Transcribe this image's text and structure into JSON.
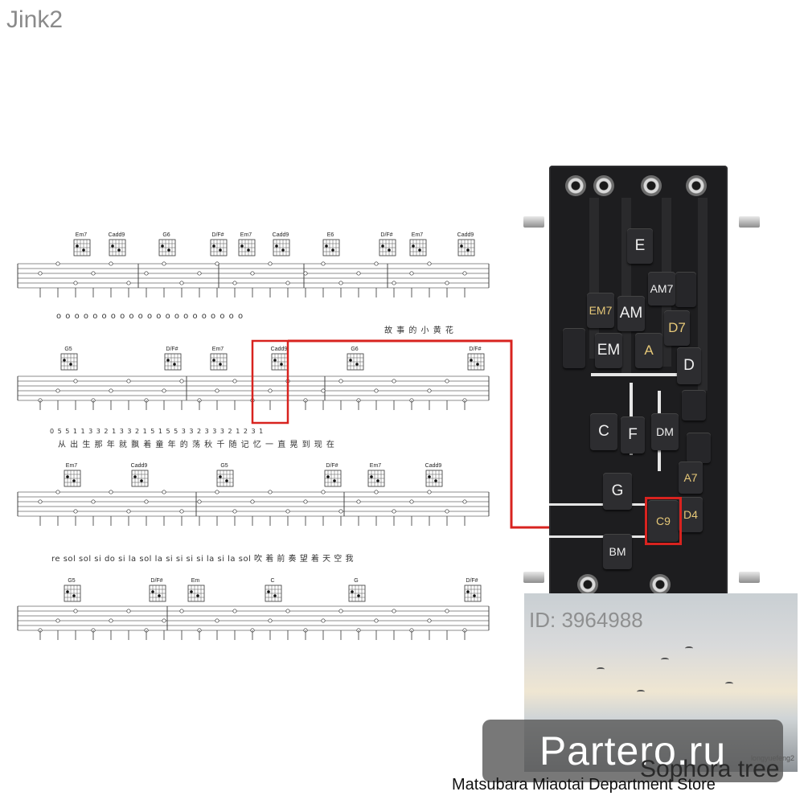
{
  "corner_label": "Jink2",
  "sheet": {
    "rows": [
      {
        "chords": [
          "Em7",
          "Cadd9",
          "G6",
          "D/F#",
          "Em7",
          "Cadd9",
          "E6",
          "D/F#",
          "Em7",
          "Cadd9"
        ],
        "numbers": "o  o  o  o  o  o  o  o  o  o  o  o  o  o  o  o  o  o  o  o  o",
        "lyrics": "故 事 的 小 黄 花"
      },
      {
        "chords": [
          "G5",
          "D/F#",
          "Em7",
          "Cadd9",
          "G6",
          "D/F#"
        ],
        "numbers": "0 5 5 1 1 3 3 2 1   3 3 2 1 5   1   5 5 3   3   2 3 3 3 2 1 2 3 1",
        "lyrics": "从 出 生 那 年 就 飘 着   童 年 的 荡   秋 千   随   记 忆 一 直 晃 到 现 在"
      },
      {
        "chords": [
          "Em7",
          "Cadd9",
          "G5",
          "D/F#",
          "Em7",
          "Cadd9"
        ],
        "numbers": "",
        "lyrics": "re sol sol si do si la sol la     si si si si la si la sol        吹 着 前 奏 望 着 天 空 我"
      },
      {
        "chords": [
          "G5",
          "D/F#",
          "Em",
          "C",
          "G",
          "D/F#"
        ],
        "numbers": "",
        "lyrics": ""
      }
    ]
  },
  "device": {
    "keys": [
      {
        "label": "E",
        "style": "normal"
      },
      {
        "label": "AM7",
        "style": "small"
      },
      {
        "label": "EM7",
        "style": "gold"
      },
      {
        "label": "AM",
        "style": "normal"
      },
      {
        "label": "D7",
        "style": "gold"
      },
      {
        "label": "EM",
        "style": "normal"
      },
      {
        "label": "A",
        "style": "gold"
      },
      {
        "label": "D",
        "style": "normal"
      },
      {
        "label": "C",
        "style": "normal"
      },
      {
        "label": "F",
        "style": "normal"
      },
      {
        "label": "DM",
        "style": "normal"
      },
      {
        "label": "A7",
        "style": "gold"
      },
      {
        "label": "G",
        "style": "normal"
      },
      {
        "label": "C9",
        "style": "gold"
      },
      {
        "label": "D4",
        "style": "gold"
      },
      {
        "label": "BM",
        "style": "normal"
      }
    ],
    "highlight_color": "#d8231f"
  },
  "photo": {
    "id_text": "ID: 3964988",
    "credit": "longyuefeng2"
  },
  "watermark": "Partero.ru",
  "caption_1": "Sophora tree",
  "caption_2": "Matsubara Miaotai Department Store"
}
